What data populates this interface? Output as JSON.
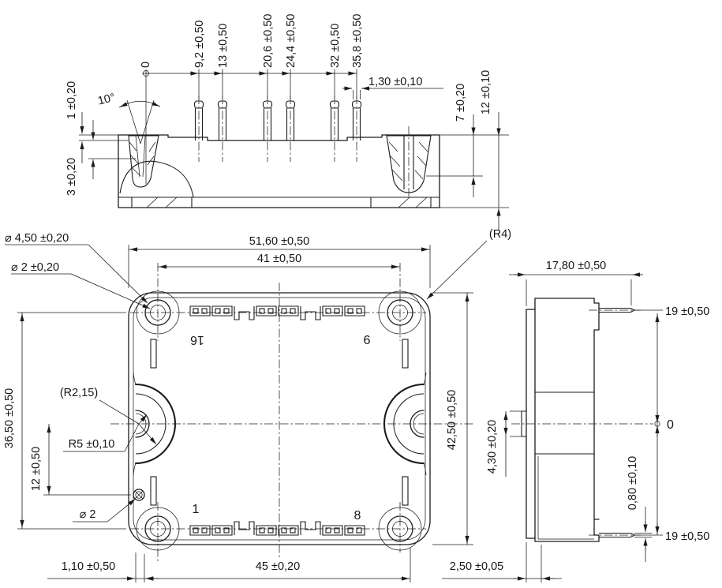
{
  "meta": {
    "title": "Power module outline drawing",
    "background": "#ffffff",
    "line_color": "#1c1c1c",
    "units": "mm"
  },
  "front_view": {
    "datum": "0",
    "pin_pos_1": "9,2 ±0,50",
    "pin_pos_2": "13 ±0,50",
    "pin_pos_3": "20,6 ±0,50",
    "pin_pos_4": "24,4 ±0,50",
    "pin_pos_5": "32 ±0,50",
    "pin_pos_6": "35,8 ±0,50",
    "pin_width": "1,30 ±0,10",
    "rim_height": "1 ±0,20",
    "clip_angle": "10°",
    "clip_depth": "3 ±0,20",
    "bushing_depth": "7 ±0,20",
    "body_height": "12 ±0,10"
  },
  "plan_view": {
    "hole_boss_dia": "⌀ 4,50 ±0,20",
    "hole_dia": "⌀ 2 ±0,20",
    "overall_width": "51,60 ±0,50",
    "hole_spacing_x": "41 ±0,50",
    "corner_radius": "(R4)",
    "hole_spacing_y": "36,50 ±0,50",
    "notch_radius": "(R2,15)",
    "bump_radius": "R5 ±0,10",
    "small_hole_offset_y": "12 ±0,50",
    "small_hole_dia": "⌀ 2",
    "edge_offset": "1,10 ±0,50",
    "pin_row_span": "45 ±0,20",
    "overall_height": "42,50 ±0,50",
    "pin_16": "16",
    "pin_9": "9",
    "pin_1": "1",
    "pin_8": "8"
  },
  "side_view": {
    "depth": "17,80 ±0,50",
    "pin_top_height": "19 ±0,50",
    "datum": "0",
    "pedestal_height": "4,30 ±0,20",
    "pin_thickness": "0,80 ±0,10",
    "pin_bottom_height": "19 ±0,50",
    "baseplate_thickness": "2,50 ±0,05"
  }
}
